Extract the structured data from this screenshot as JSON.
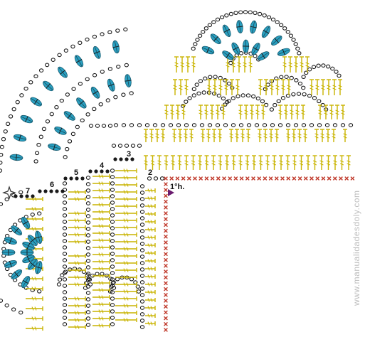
{
  "diagram": {
    "round_labels": [
      "1°h.",
      "2",
      "3",
      "4",
      "5",
      "6",
      "7"
    ],
    "watermark": "www.manualidadesdoly.com",
    "colors": {
      "chain": "#1a1a1a",
      "treble": "#c9b400",
      "treble_accent": "#e2cc10",
      "single_crochet": "#c0392b",
      "leaf": "#2a9fc0",
      "slip_stitch": "#c0307a",
      "start_marker": "#6a1b6e"
    }
  }
}
